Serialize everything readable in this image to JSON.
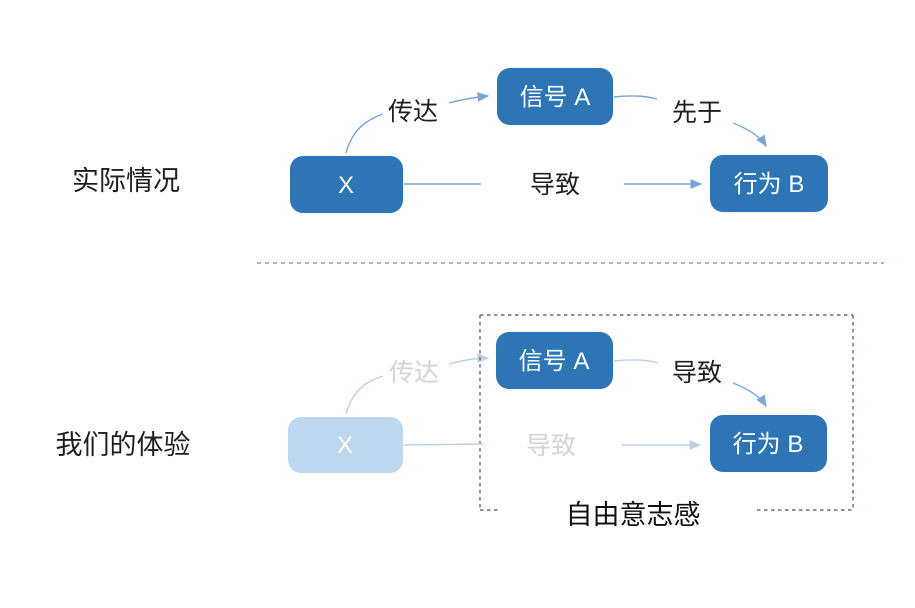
{
  "diagram": {
    "actual": {
      "row_label": "实际情况",
      "node_x": "X",
      "node_signal": "信号 A",
      "node_behavior": "行为 B",
      "edge_convey": "传达",
      "edge_precede": "先于",
      "edge_cause": "导致"
    },
    "experience": {
      "row_label": "我们的体验",
      "node_x": "X",
      "node_signal": "信号 A",
      "node_behavior": "行为 B",
      "edge_convey_faded": "传达",
      "edge_cause_signal": "导致",
      "edge_cause_faded": "导致",
      "frame_label": "自由意志感"
    },
    "colors": {
      "node_fill": "#2e75b6",
      "node_fill_faded": "#bdd7ee",
      "node_text": "#ffffff",
      "edge_stroke": "#7aa7d8",
      "edge_stroke_faded": "#bcd2e8",
      "label_text": "#1f1f1f",
      "label_text_faded": "#d4d4d4",
      "divider_stroke": "#8aa0b5",
      "frame_stroke": "#5f707c",
      "background": "#ffffff"
    }
  }
}
